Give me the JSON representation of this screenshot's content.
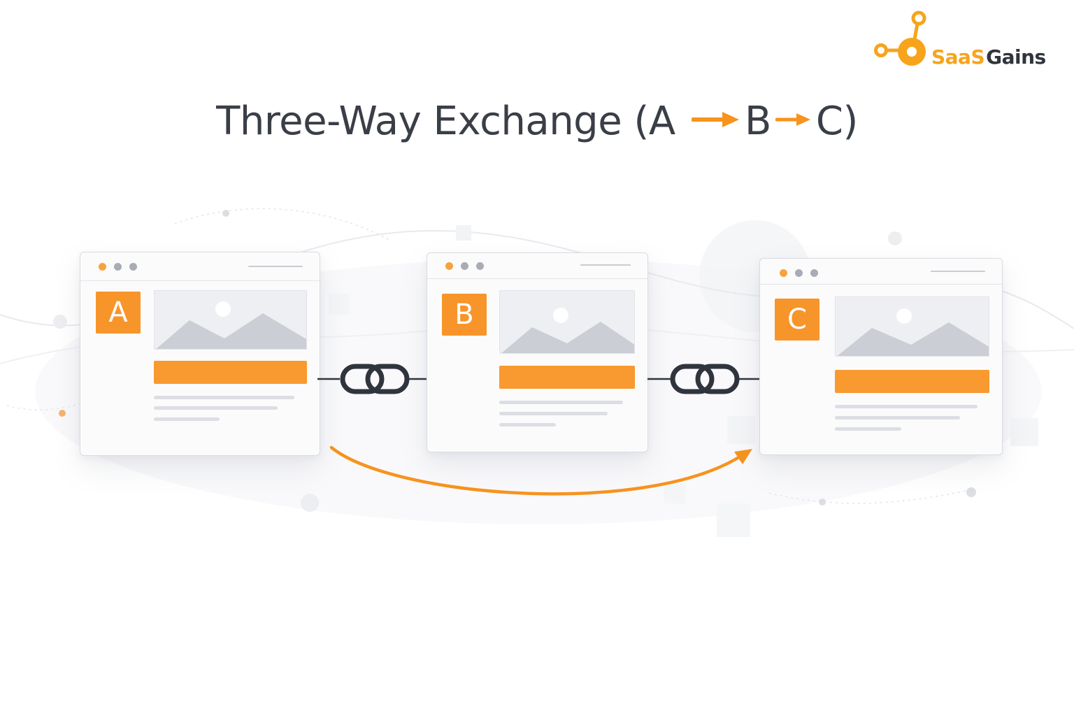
{
  "brand": {
    "name_part1": "SaaS",
    "name_part2": "Gains",
    "accent_color": "#f7a41c",
    "text_color": "#2f343d"
  },
  "title": {
    "prefix": "Three-Way Exchange (A",
    "middle": "B",
    "suffix": "C)",
    "arrow_color": "#f7931e"
  },
  "sites": [
    {
      "label": "A",
      "icon": "browser-window"
    },
    {
      "label": "B",
      "icon": "browser-window"
    },
    {
      "label": "C",
      "icon": "browser-window"
    }
  ],
  "connectors": [
    {
      "from": "A",
      "to": "B",
      "icon": "link-chain-icon"
    },
    {
      "from": "B",
      "to": "C",
      "icon": "link-chain-icon"
    }
  ],
  "flow_arrow": {
    "from": "A",
    "to": "C",
    "color": "#f7931e"
  },
  "colors": {
    "accent": "#f7952a",
    "card_border": "#d9dbe0",
    "chain": "#2f343d"
  }
}
